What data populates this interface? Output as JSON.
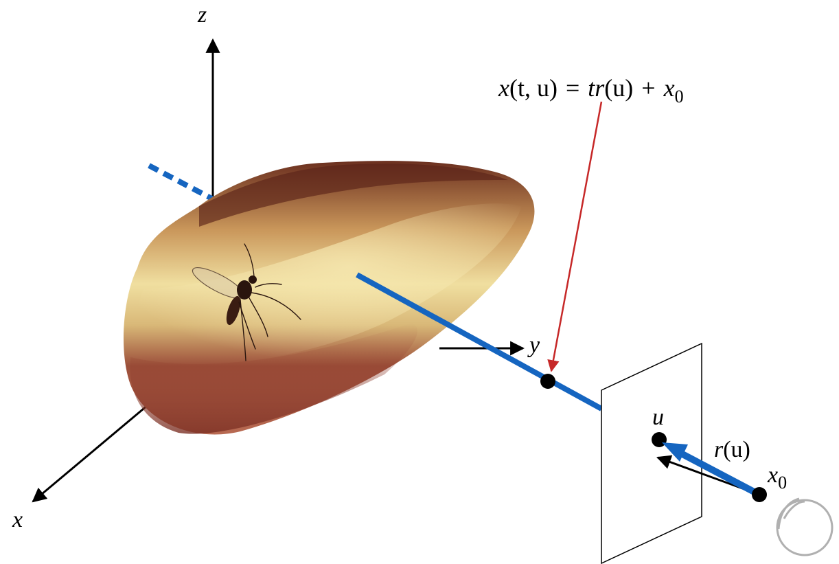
{
  "axes": {
    "x_label": "x",
    "y_label": "y",
    "z_label": "z"
  },
  "ray_equation": {
    "lhs_fn": "x",
    "lhs_args": "(t, u)",
    "equals": "=",
    "term_t": "tr",
    "term_args": "(u)",
    "plus": "+",
    "x0_base": "x",
    "x0_sub": "0"
  },
  "image_point_label": "u",
  "direction": {
    "fn": "r",
    "args": "(u)"
  },
  "camera_center": {
    "base": "x",
    "sub": "0"
  },
  "colors": {
    "ray": "#1565c0",
    "annotation_arrow": "#c62828",
    "axes": "#000000",
    "amber_dark": "#5e2a1c",
    "amber_mid": "#a0523c",
    "amber_light": "#e8d08a",
    "eye": "#b0b0b0"
  },
  "objects": {
    "amber": "amber-with-insect",
    "viewer": "eye-icon"
  }
}
